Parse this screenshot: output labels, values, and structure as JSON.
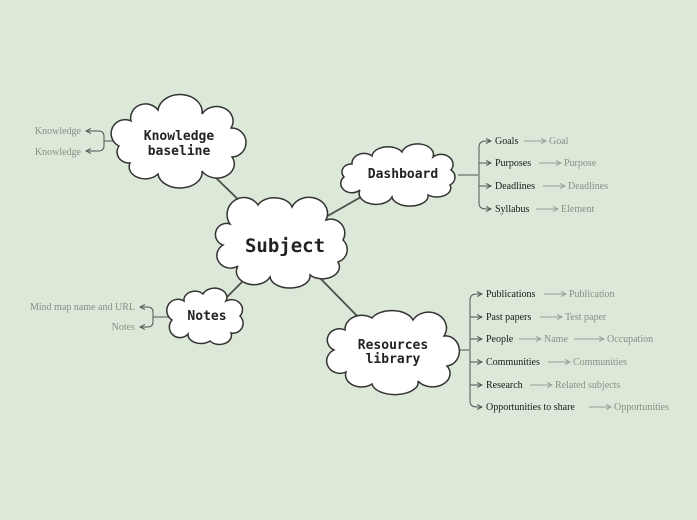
{
  "colors": {
    "background": "#dce8d8",
    "cloud_fill": "#ffffff",
    "cloud_stroke": "#333333",
    "connector": "#4a4f48",
    "branch_line": "#555555",
    "leaf_line": "#9a9e98",
    "leaf_text_dark": "#1a1a1a",
    "leaf_text_grey": "#8a8f86"
  },
  "central": {
    "label": "Subject"
  },
  "knowledge_baseline": {
    "line1": "Knowledge",
    "line2": "baseline",
    "items": [
      "Knowledge",
      "Knowledge"
    ]
  },
  "dashboard": {
    "label": "Dashboard",
    "items": [
      {
        "name": "Goals",
        "child": "Goal"
      },
      {
        "name": "Purposes",
        "child": "Purpose"
      },
      {
        "name": "Deadlines",
        "child": "Deadlines"
      },
      {
        "name": "Syllabus",
        "child": "Element"
      }
    ]
  },
  "notes": {
    "label": "Notes",
    "items": [
      "Mind map name and URL",
      "Notes"
    ]
  },
  "resources": {
    "line1": "Resources",
    "line2": "library",
    "items": [
      {
        "name": "Publications",
        "children": [
          "Publication"
        ]
      },
      {
        "name": "Past papers",
        "children": [
          "Test paper"
        ]
      },
      {
        "name": "People",
        "children": [
          "Name",
          "Occupation"
        ]
      },
      {
        "name": "Communities",
        "children": [
          "Communities"
        ]
      },
      {
        "name": "Research",
        "children": [
          "Related subjects"
        ]
      },
      {
        "name": "Opportunities to share",
        "children": [
          "Opportunities"
        ]
      }
    ]
  }
}
